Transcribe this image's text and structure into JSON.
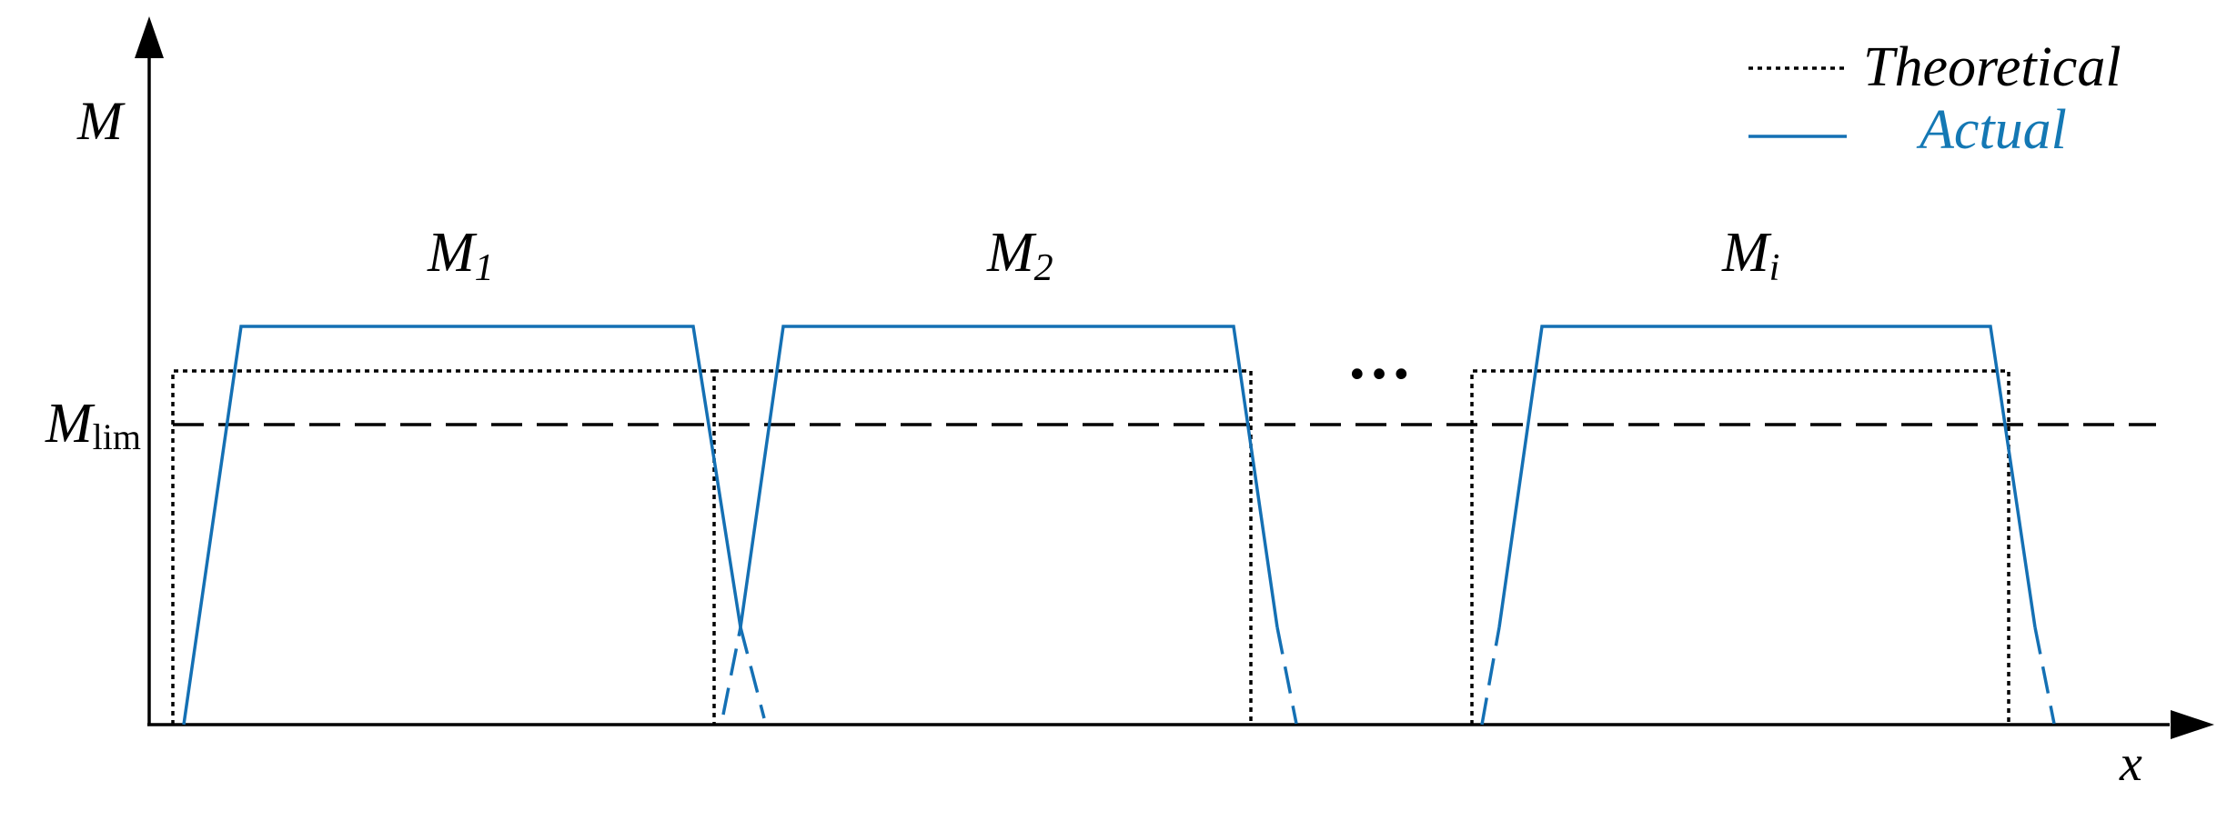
{
  "labels": {
    "y_axis": "M",
    "x_axis": "x",
    "m_lim_main": "M",
    "m_lim_sub": "lim",
    "ellipsis": "…",
    "segments": [
      {
        "main": "M",
        "sub": "1"
      },
      {
        "main": "M",
        "sub": "2"
      },
      {
        "main": "M",
        "sub": "i"
      }
    ]
  },
  "legend": {
    "theoretical": "Theoretical",
    "actual": "Actual"
  },
  "colors": {
    "axis": "#000000",
    "theoretical": "#000000",
    "actual": "#1470b4",
    "actual_label": "#1478b4"
  }
}
